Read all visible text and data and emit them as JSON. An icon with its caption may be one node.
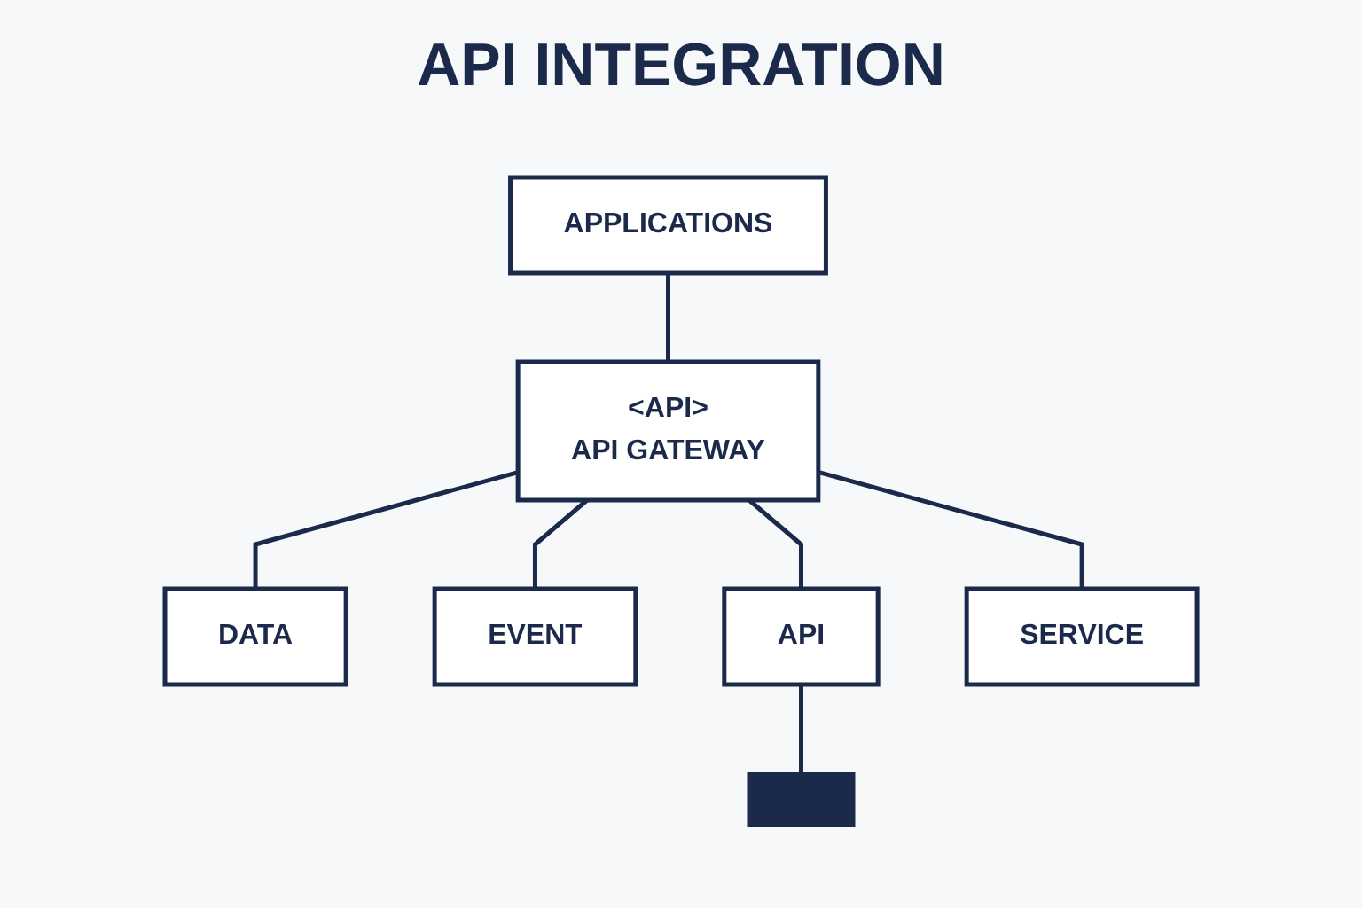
{
  "diagram": {
    "title": "API INTEGRATION",
    "nodes": [
      {
        "text": [
          "APPLICATIONS"
        ]
      },
      {
        "text": [
          "<API>",
          "API GATEWAY"
        ]
      },
      {
        "text": [
          "DATA"
        ]
      },
      {
        "text": [
          "EVENT"
        ]
      },
      {
        "text": [
          "API"
        ]
      },
      {
        "text": [
          "SERVICE"
        ]
      },
      {
        "text": [],
        "shape": "bar"
      }
    ],
    "edges": [
      {
        "from": 0,
        "to": 1,
        "arrow": "none"
      },
      {
        "from": 1,
        "to": 2,
        "arrow": "none"
      },
      {
        "from": 1,
        "to": 3,
        "arrow": "none"
      },
      {
        "from": 1,
        "to": 4,
        "arrow": "none"
      },
      {
        "from": 1,
        "to": 5,
        "arrow": "none"
      },
      {
        "from": 4,
        "to": 6,
        "arrow": "none"
      }
    ]
  }
}
